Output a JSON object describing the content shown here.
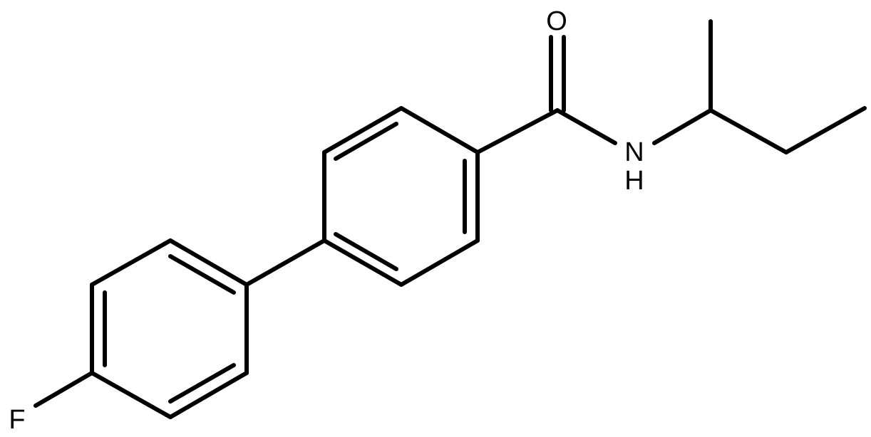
{
  "molecule": {
    "atom_labels": {
      "oxygen": "O",
      "nitrogen": "N",
      "hydrogen": "H",
      "fluorine": "F"
    },
    "colors": {
      "bond": "#000000",
      "label": "#000000",
      "background": "#ffffff"
    }
  }
}
